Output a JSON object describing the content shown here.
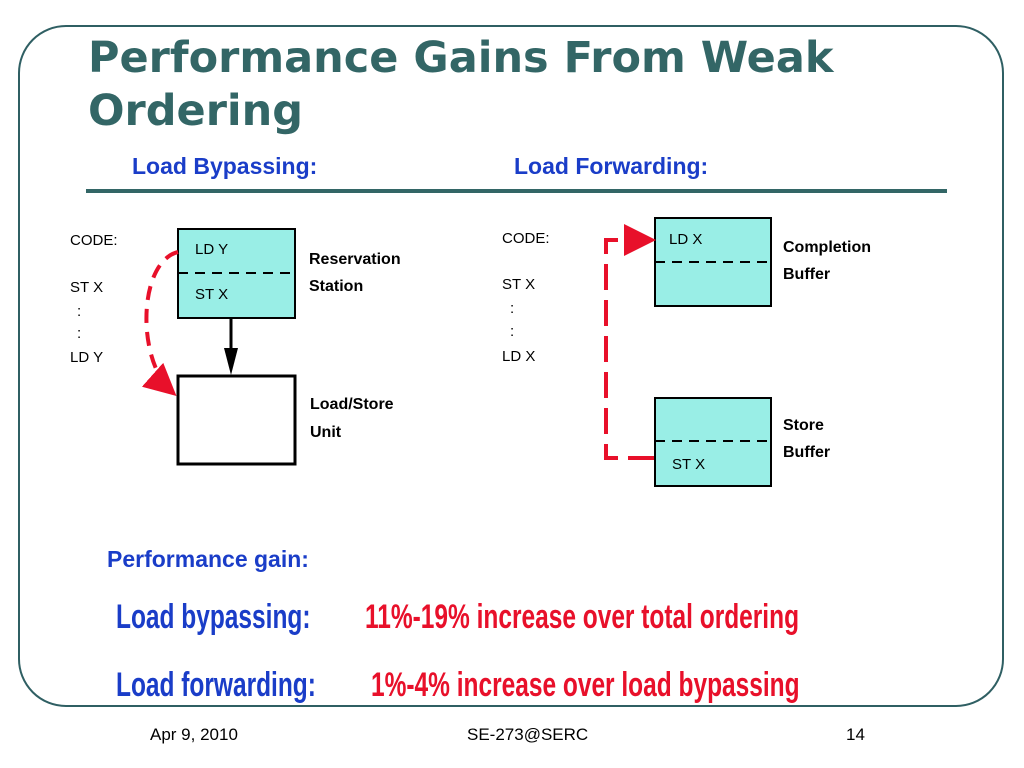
{
  "title": "Performance Gains From Weak Ordering",
  "headings": {
    "load_bypassing": "Load Bypassing:",
    "load_forwarding": "Load Forwarding:"
  },
  "bypassing_diagram": {
    "code_header": "CODE:",
    "code_lines": [
      "ST  X",
      ":",
      ":",
      "LD  Y"
    ],
    "station_entries": [
      "LD  Y",
      "ST  X"
    ],
    "station_label": [
      "Reservation",
      "Station"
    ],
    "unit_label": [
      "Load/Store",
      "Unit"
    ]
  },
  "forwarding_diagram": {
    "code_header": "CODE:",
    "code_lines": [
      "ST  X",
      ":",
      ":",
      "LD  X"
    ],
    "completion_entry": "LD  X",
    "completion_label": [
      "Completion",
      "Buffer"
    ],
    "store_entry": "ST  X",
    "store_label": [
      "Store",
      "Buffer"
    ]
  },
  "performance": {
    "heading": "Performance gain:",
    "rows": [
      {
        "label": "Load bypassing:",
        "value": "11%-19% increase over total ordering"
      },
      {
        "label": "Load forwarding:",
        "value": "1%-4% increase over load bypassing"
      }
    ]
  },
  "footer": {
    "date": "Apr 9, 2010",
    "center": "SE-273@SERC",
    "page": "14"
  },
  "colors": {
    "title": "#336666",
    "heading_blue": "#1a3dc8",
    "emphasis_red": "#e8102a",
    "buffer_fill": "#99eee6",
    "arrow_red": "#e8102a"
  }
}
